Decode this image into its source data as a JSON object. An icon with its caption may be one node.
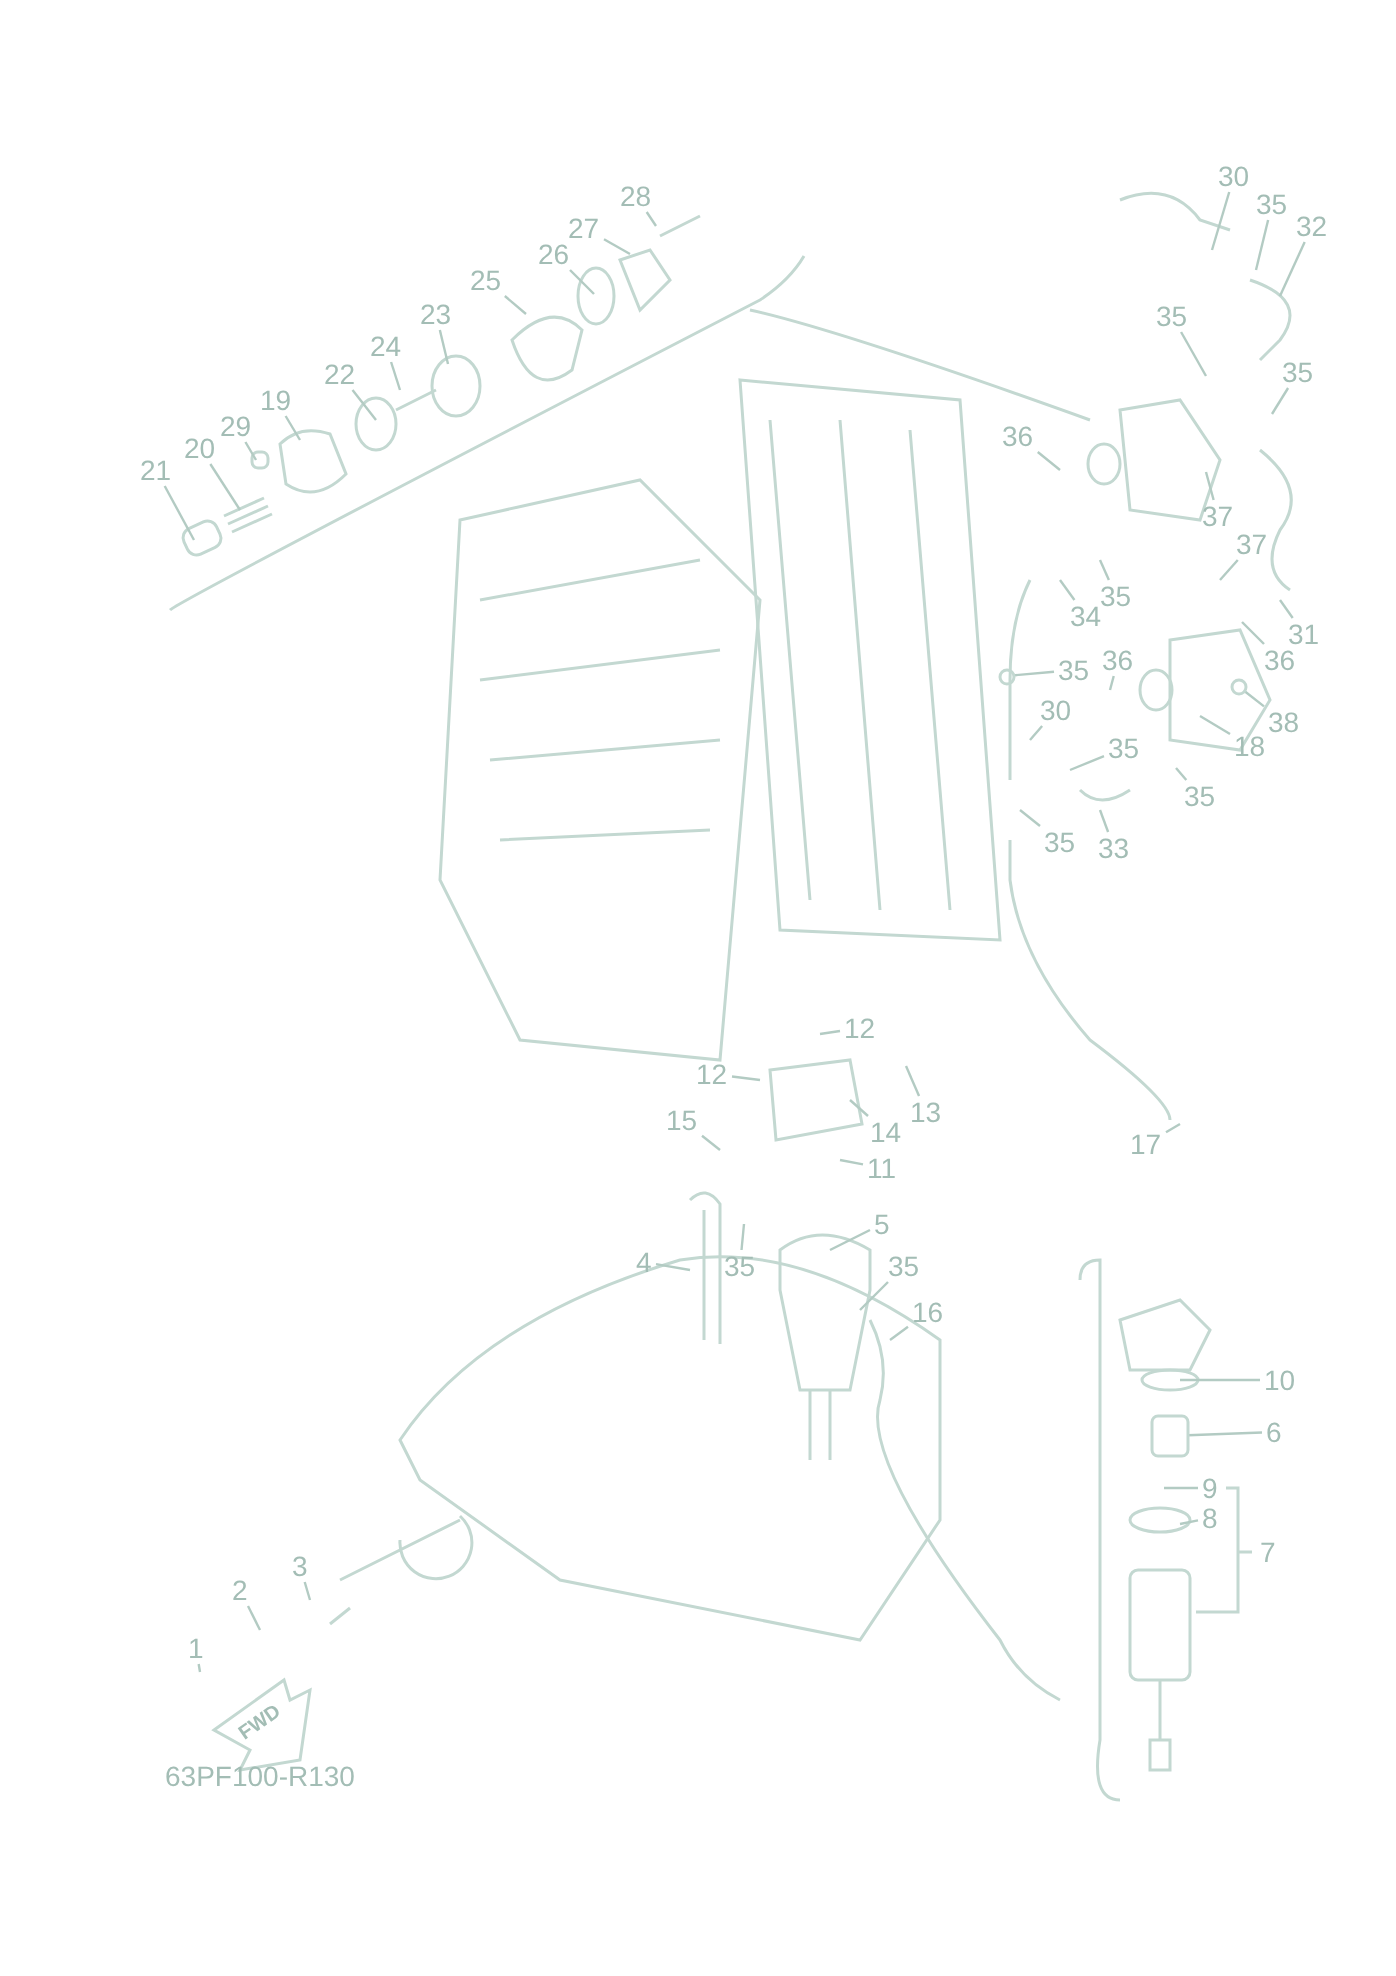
{
  "diagram": {
    "nodes": [
      {
        "text": [
          "28"
        ]
      },
      {
        "text": [
          "30"
        ]
      },
      {
        "text": [
          "35"
        ]
      },
      {
        "text": [
          "27"
        ]
      },
      {
        "text": [
          "32"
        ]
      },
      {
        "text": [
          "26"
        ]
      },
      {
        "text": [
          "25"
        ]
      },
      {
        "text": [
          "23"
        ]
      },
      {
        "text": [
          "35"
        ]
      },
      {
        "text": [
          "24"
        ]
      },
      {
        "text": [
          "35"
        ]
      },
      {
        "text": [
          "22"
        ]
      },
      {
        "text": [
          "19"
        ]
      },
      {
        "text": [
          "29"
        ]
      },
      {
        "text": [
          "36"
        ]
      },
      {
        "text": [
          "20"
        ]
      },
      {
        "text": [
          "21"
        ]
      },
      {
        "text": [
          "37"
        ]
      },
      {
        "text": [
          "37"
        ]
      },
      {
        "text": [
          "35"
        ]
      },
      {
        "text": [
          "34"
        ]
      },
      {
        "text": [
          "31"
        ]
      },
      {
        "text": [
          "36"
        ]
      },
      {
        "text": [
          "36"
        ]
      },
      {
        "text": [
          "35"
        ]
      },
      {
        "text": [
          "30"
        ]
      },
      {
        "text": [
          "38"
        ]
      },
      {
        "text": [
          "18"
        ]
      },
      {
        "text": [
          "35"
        ]
      },
      {
        "text": [
          "35"
        ]
      },
      {
        "text": [
          "35"
        ]
      },
      {
        "text": [
          "33"
        ]
      },
      {
        "text": [
          "12"
        ]
      },
      {
        "text": [
          "12"
        ]
      },
      {
        "text": [
          "13"
        ]
      },
      {
        "text": [
          "15"
        ]
      },
      {
        "text": [
          "14"
        ]
      },
      {
        "text": [
          "17"
        ]
      },
      {
        "text": [
          "11"
        ]
      },
      {
        "text": [
          "5"
        ]
      },
      {
        "text": [
          "4"
        ]
      },
      {
        "text": [
          "35"
        ]
      },
      {
        "text": [
          "35"
        ]
      },
      {
        "text": [
          "16"
        ]
      },
      {
        "text": [
          "10"
        ]
      },
      {
        "text": [
          "6"
        ]
      },
      {
        "text": [
          "9"
        ]
      },
      {
        "text": [
          "8"
        ]
      },
      {
        "text": [
          "3"
        ]
      },
      {
        "text": [
          "2"
        ]
      },
      {
        "text": [
          "1"
        ]
      },
      {
        "text": [],
        "shape": "cylinder"
      },
      {
        "text": [],
        "shape": "circle"
      },
      {
        "text": [],
        "shape": "circle"
      }
    ],
    "edges": [
      {
        "from": 0,
        "to": null,
        "arrow": "none"
      },
      {
        "from": 1,
        "to": null,
        "arrow": "none"
      },
      {
        "from": 2,
        "to": null,
        "arrow": "none"
      },
      {
        "from": 3,
        "to": null,
        "arrow": "none"
      },
      {
        "from": 4,
        "to": null,
        "arrow": "none"
      },
      {
        "from": 5,
        "to": null,
        "arrow": "none"
      },
      {
        "from": 6,
        "to": null,
        "arrow": "none"
      },
      {
        "from": 7,
        "to": null,
        "arrow": "none"
      },
      {
        "from": 8,
        "to": null,
        "arrow": "none"
      },
      {
        "from": 9,
        "to": null,
        "arrow": "none"
      },
      {
        "from": 10,
        "to": null,
        "arrow": "none"
      },
      {
        "from": 11,
        "to": null,
        "arrow": "none"
      },
      {
        "from": 12,
        "to": null,
        "arrow": "none"
      },
      {
        "from": 13,
        "to": null,
        "arrow": "none"
      },
      {
        "from": 14,
        "to": null,
        "arrow": "none"
      },
      {
        "from": 15,
        "to": null,
        "arrow": "none"
      },
      {
        "from": 16,
        "to": null,
        "arrow": "none"
      },
      {
        "from": 17,
        "to": null,
        "arrow": "none"
      },
      {
        "from": 18,
        "to": null,
        "arrow": "none"
      },
      {
        "from": 19,
        "to": null,
        "arrow": "none"
      },
      {
        "from": 20,
        "to": null,
        "arrow": "none"
      },
      {
        "from": 21,
        "to": null,
        "arrow": "none"
      },
      {
        "from": 22,
        "to": null,
        "arrow": "none"
      },
      {
        "from": 23,
        "to": null,
        "arrow": "none"
      },
      {
        "from": 24,
        "to": 53,
        "arrow": "none"
      },
      {
        "from": 25,
        "to": null,
        "arrow": "none"
      },
      {
        "from": 26,
        "to": 52,
        "arrow": "none"
      },
      {
        "from": 27,
        "to": null,
        "arrow": "none"
      },
      {
        "from": 28,
        "to": null,
        "arrow": "none"
      },
      {
        "from": 29,
        "to": null,
        "arrow": "none"
      },
      {
        "from": 30,
        "to": null,
        "arrow": "none"
      },
      {
        "from": 31,
        "to": null,
        "arrow": "none"
      },
      {
        "from": 32,
        "to": null,
        "arrow": "none"
      },
      {
        "from": 33,
        "to": null,
        "arrow": "none"
      },
      {
        "from": 34,
        "to": null,
        "arrow": "none"
      },
      {
        "from": 35,
        "to": null,
        "arrow": "none"
      },
      {
        "from": 36,
        "to": null,
        "arrow": "none"
      },
      {
        "from": 37,
        "to": null,
        "arrow": "none"
      },
      {
        "from": 38,
        "to": null,
        "arrow": "none"
      },
      {
        "from": 39,
        "to": null,
        "arrow": "none"
      },
      {
        "from": 40,
        "to": null,
        "arrow": "none"
      },
      {
        "from": 41,
        "to": null,
        "arrow": "none"
      },
      {
        "from": 42,
        "to": null,
        "arrow": "none"
      },
      {
        "from": 43,
        "to": null,
        "arrow": "none"
      },
      {
        "from": 44,
        "to": null,
        "arrow": "none"
      },
      {
        "from": 45,
        "to": 51,
        "arrow": "none"
      },
      {
        "from": 46,
        "to": null,
        "arrow": "none"
      },
      {
        "from": 47,
        "to": null,
        "arrow": "none"
      },
      {
        "from": 48,
        "to": null,
        "arrow": "none"
      },
      {
        "from": 49,
        "to": null,
        "arrow": "none"
      },
      {
        "from": 50,
        "to": null,
        "arrow": "none"
      }
    ],
    "labels": [
      "7",
      "FWD",
      "63PF100-R130"
    ]
  }
}
